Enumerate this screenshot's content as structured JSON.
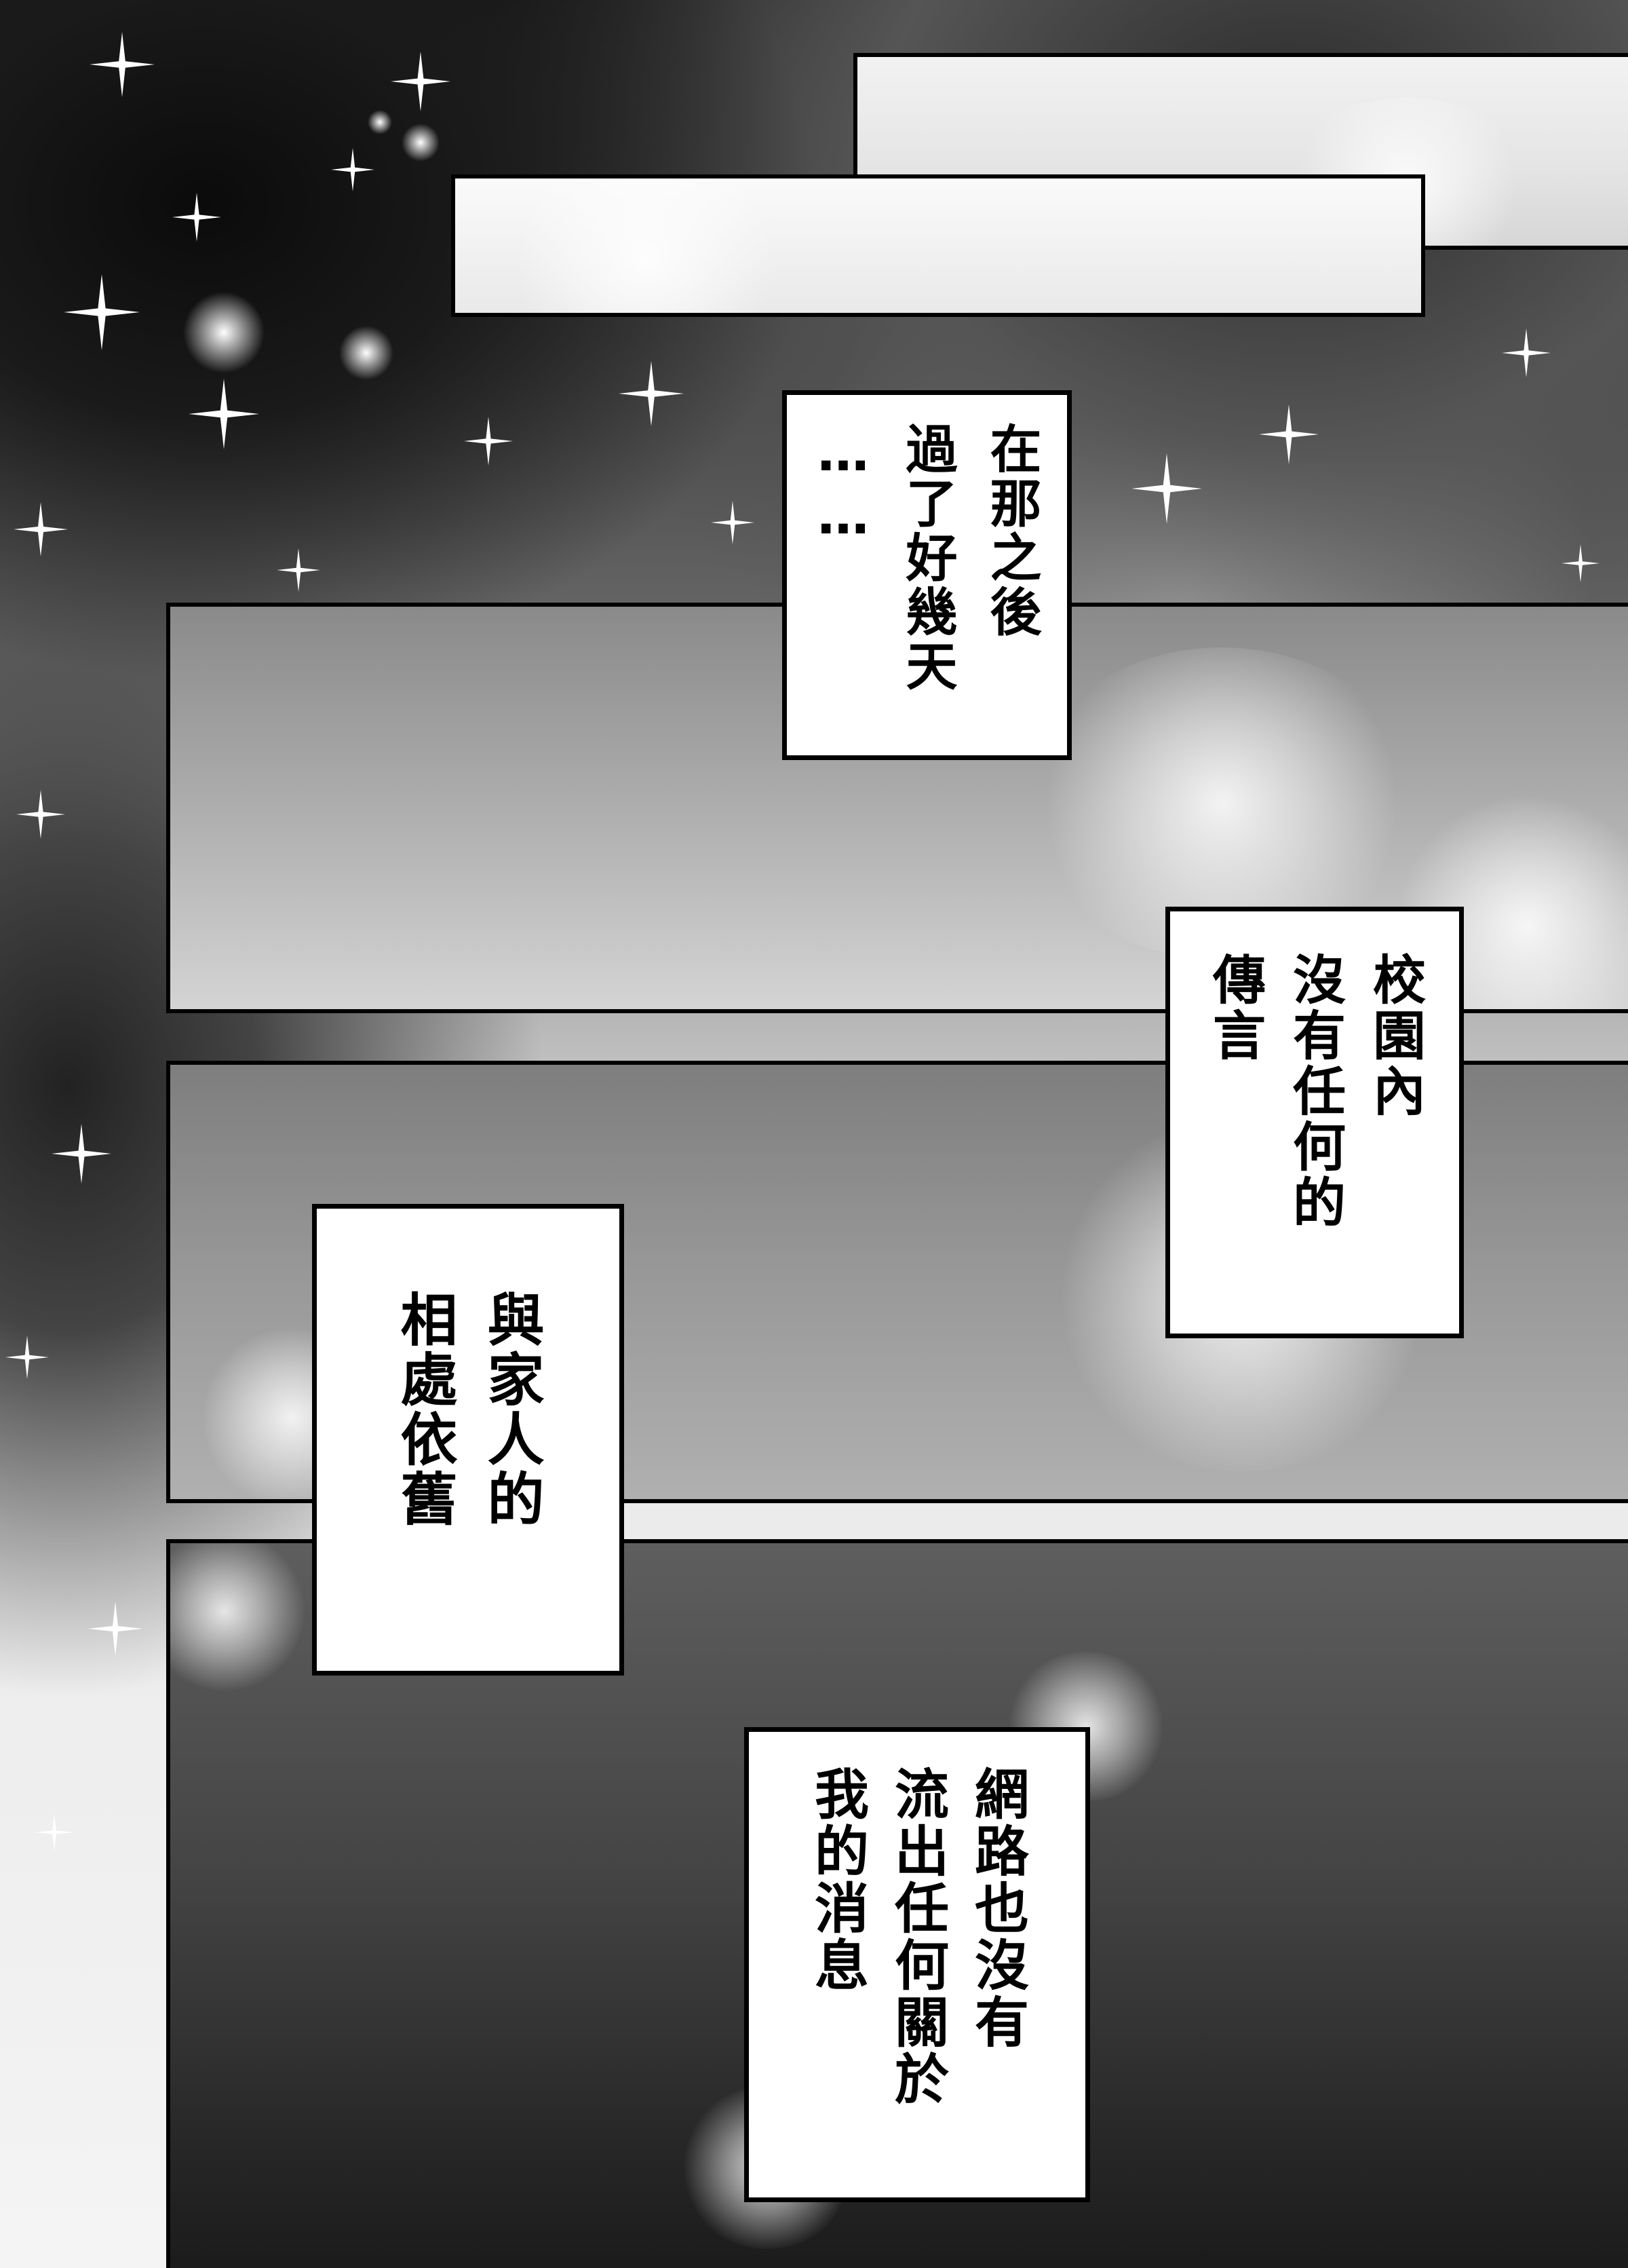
{
  "captions": {
    "first": "在那之後\n過了好幾天\n……",
    "second": "校園內\n沒有任何的\n傳言",
    "third": "與家人的\n相處依舊",
    "fourth": "網路也沒有\n流出任何關於\n我的消息"
  },
  "colors": {
    "ink": "#000000",
    "paper": "#ffffff",
    "night_sky": "#0b0b0b"
  }
}
